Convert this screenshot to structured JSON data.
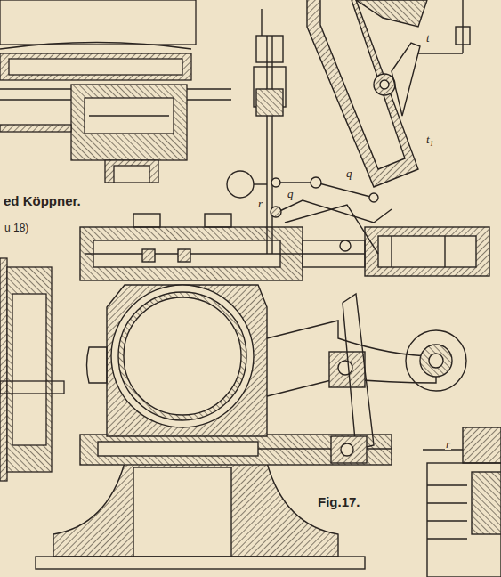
{
  "diagram": {
    "caption": "Fig.17.",
    "labels": [
      "ed Köppner.",
      "u 18)",
      "q",
      "q",
      "r",
      "t",
      "t₁",
      "r"
    ]
  }
}
